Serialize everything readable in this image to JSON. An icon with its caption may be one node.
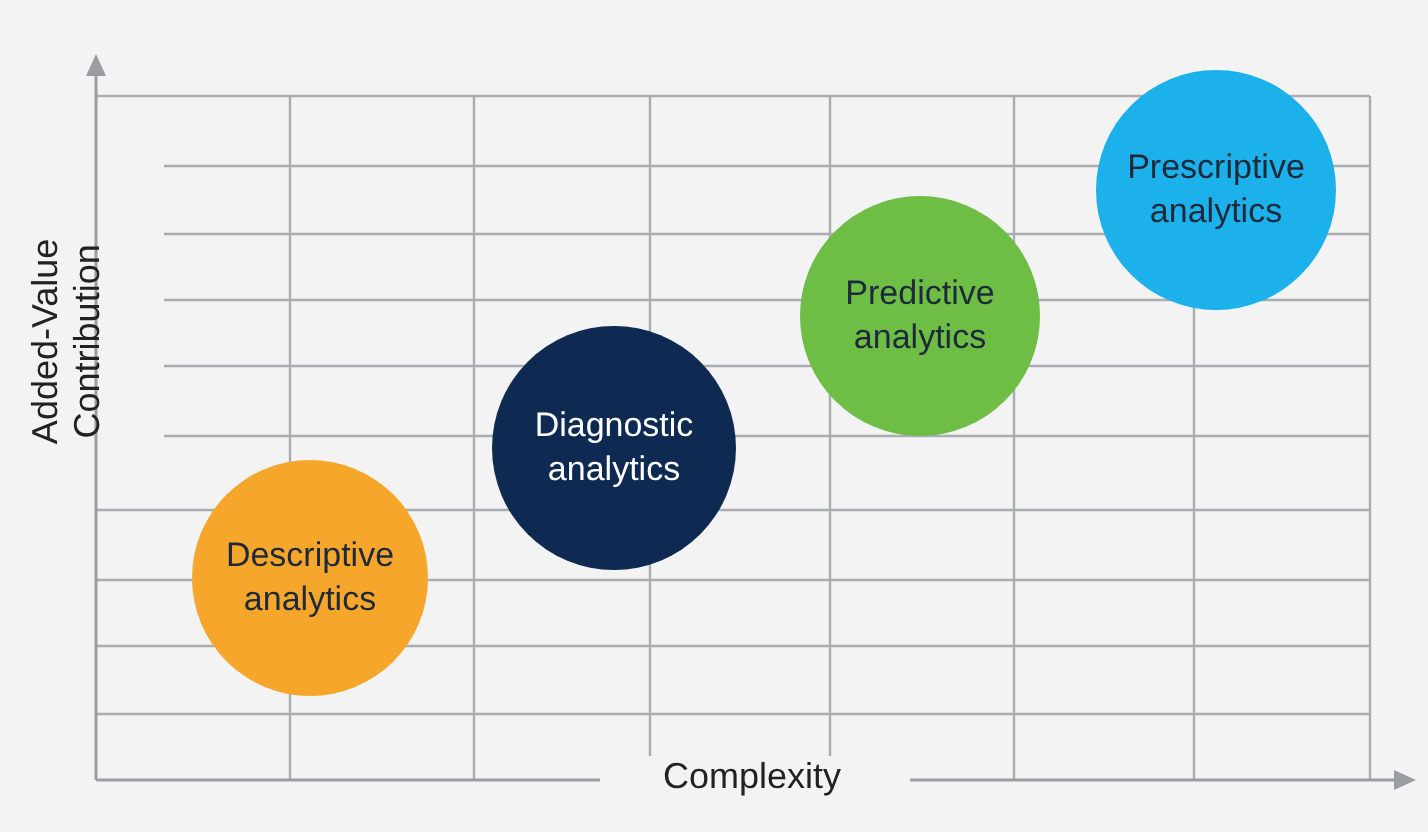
{
  "diagram": {
    "nodes": [
      {
        "text": [
          "Descriptive analytics"
        ]
      },
      {
        "text": [
          "Diagnostic analytics"
        ]
      },
      {
        "text": [
          "Predictive analytics"
        ]
      },
      {
        "text": [
          "Prescriptive analytics"
        ]
      }
    ],
    "labels": [
      "Added-Value Contribution",
      "Complexity"
    ]
  }
}
